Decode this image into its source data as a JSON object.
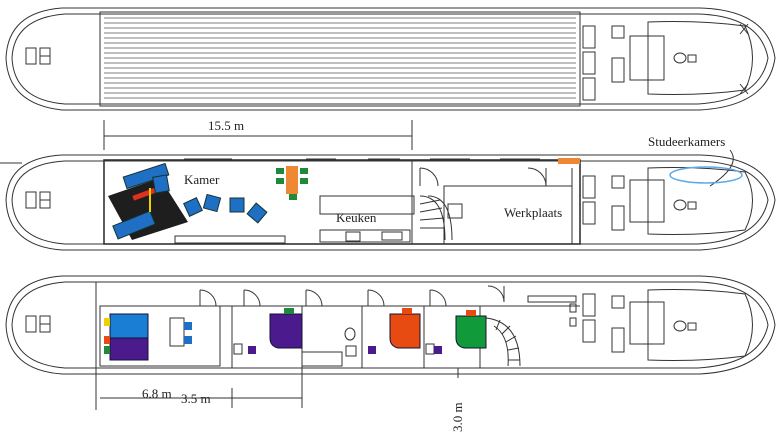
{
  "labels": {
    "kamer": "Kamer",
    "keuken": "Keuken",
    "werkplaats": "Werkplaats",
    "studeerkamers": "Studeerkamers"
  },
  "dimensions": {
    "length_middle": "15.5 m",
    "width_room": "6.8 m",
    "width_cabin": "3.5 m",
    "beam": "3.0 m"
  },
  "colors": {
    "sofa": "#1f6fc4",
    "rug": "#1e1e1e",
    "table": "#ee8833",
    "plant": "#1f8a3a",
    "bed_purple": "#4b1a8c",
    "bed_blue": "#1a7fd4",
    "bed_red": "#e84b12",
    "bed_green": "#119a3a",
    "ellipse": "#5fa8e6"
  }
}
